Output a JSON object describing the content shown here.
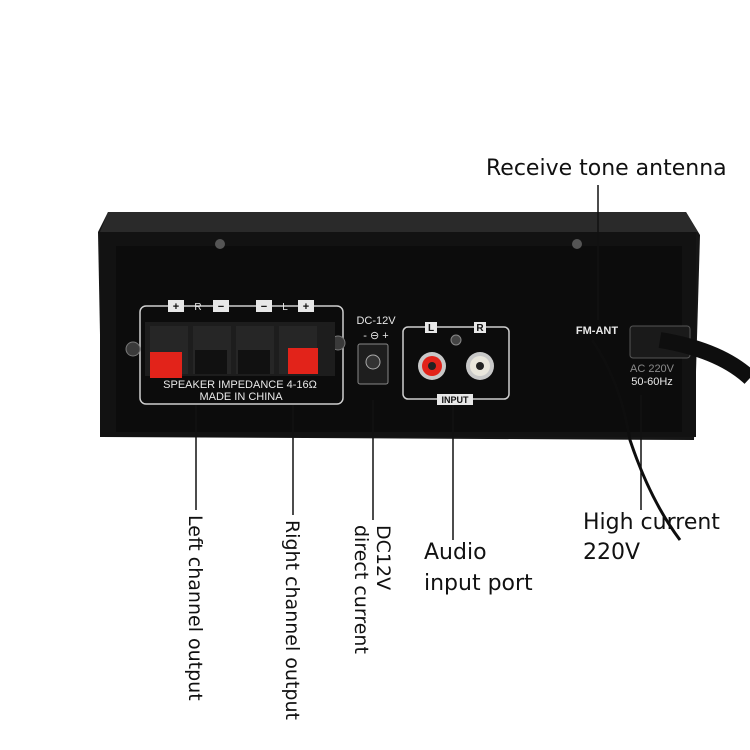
{
  "panel": {
    "speaker_polarity_labels": [
      "+",
      "R",
      "−",
      "−",
      "L",
      "+"
    ],
    "speaker_impedance": "SPEAKER IMPEDANCE 4-16Ω",
    "made_in": "MADE IN CHINA",
    "dc_label": "DC-12V",
    "dc_polarity": "- ⊖ +",
    "rca_left": "L",
    "rca_right": "R",
    "input_label": "INPUT",
    "fm_label": "FM-ANT",
    "ac_label": "AC 220V",
    "freq_label": "50-60Hz"
  },
  "callouts": {
    "antenna": "Receive tone antenna",
    "high_current_line1": "High current",
    "high_current_line2": "220V",
    "left_output": "Left channel output",
    "right_output": "Right channel output",
    "dc_line1": "DC12V",
    "dc_line2": "direct current",
    "audio_line1": "Audio",
    "audio_line2": "input port"
  },
  "colors": {
    "chassis": "#141414",
    "red_clip": "#e2231a",
    "rca_white": "#e9e6dc"
  }
}
